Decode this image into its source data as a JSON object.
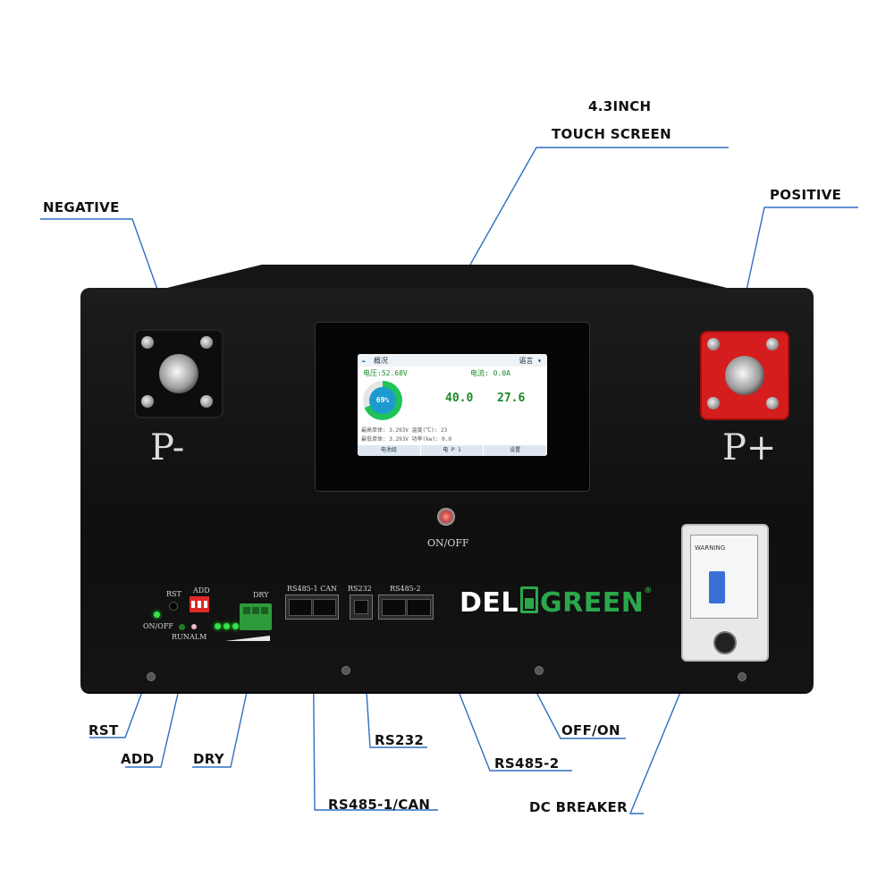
{
  "callouts": {
    "touch_screen_1": "4.3INCH",
    "touch_screen_2": "TOUCH SCREEN",
    "negative": "NEGATIVE",
    "positive": "POSITIVE",
    "rst": "RST",
    "add": "ADD",
    "dry": "DRY",
    "rs232": "RS232",
    "rs485_1_can": "RS485-1/CAN",
    "rs485_2": "RS485-2",
    "off_on": "OFF/ON",
    "dc_breaker": "DC BREAKER"
  },
  "device": {
    "neg_label": "P-",
    "pos_label": "P+",
    "onoff_label": "ON/OFF",
    "panel": {
      "rst": "RST",
      "add": "ADD",
      "onoff": "ON/OFF",
      "run": "RUN",
      "alm": "ALM",
      "dry": "DRY",
      "rs485_1_can": "RS485-1 CAN",
      "rs232": "RS232",
      "rs485_2": "RS485-2"
    },
    "brand": {
      "part1": "DEL",
      "part2": "GREEN",
      "mark": "®"
    },
    "breaker": {
      "label": "WARNING"
    }
  },
  "screen": {
    "top_title": "概况",
    "top_right": "语言 ▾",
    "voltage": "电压:52.68V",
    "current": "电流: 0.0A",
    "soc": "69%",
    "value_1": "40.0",
    "value_2": "27.6",
    "row_1": "最高单体: 3.293V  温度(℃): 23",
    "row_2": "最低单体: 3.293V  功率(kw): 0.0",
    "tabs": [
      "电池组",
      "电 P 1",
      "设置"
    ]
  },
  "colors": {
    "brand_green": "#2aa84a",
    "positive_red": "#d61d1d",
    "led_green": "#35e04a",
    "breaker_blue": "#3a6fd8"
  }
}
